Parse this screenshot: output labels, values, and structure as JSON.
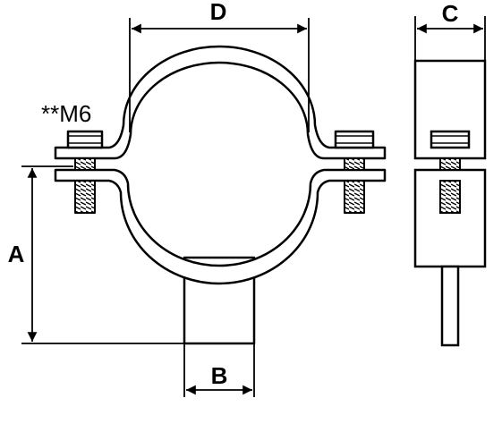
{
  "labels": {
    "d": "D",
    "c": "C",
    "a": "A",
    "b": "B",
    "thread": "**M6"
  },
  "colors": {
    "line": "#000000",
    "fill": "#ffffff"
  }
}
